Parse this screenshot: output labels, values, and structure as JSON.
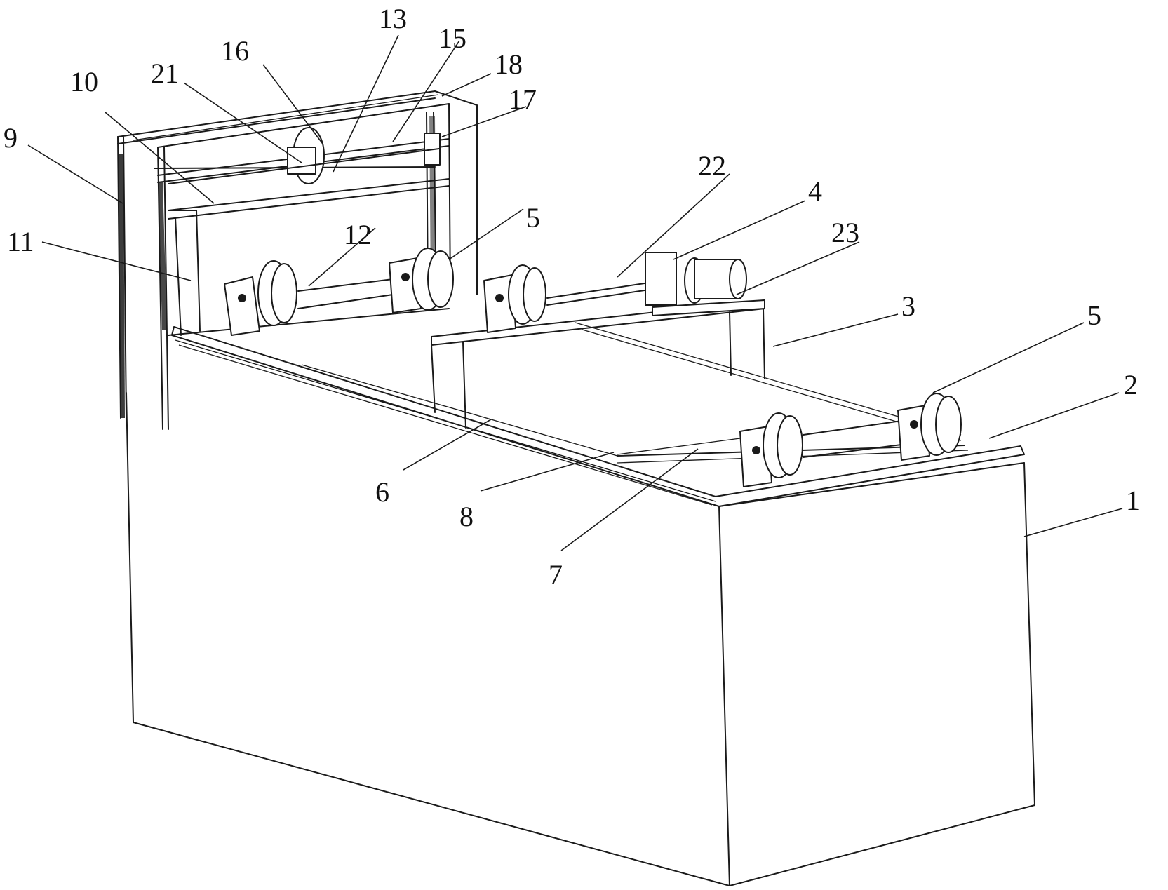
{
  "diagram": {
    "labels": [
      {
        "id": "1",
        "text": "1"
      },
      {
        "id": "2",
        "text": "2"
      },
      {
        "id": "3",
        "text": "3"
      },
      {
        "id": "4",
        "text": "4"
      },
      {
        "id": "5a",
        "text": "5"
      },
      {
        "id": "5b",
        "text": "5"
      },
      {
        "id": "6",
        "text": "6"
      },
      {
        "id": "7",
        "text": "7"
      },
      {
        "id": "8",
        "text": "8"
      },
      {
        "id": "9",
        "text": "9"
      },
      {
        "id": "10",
        "text": "10"
      },
      {
        "id": "11",
        "text": "11"
      },
      {
        "id": "12",
        "text": "12"
      },
      {
        "id": "13",
        "text": "13"
      },
      {
        "id": "15",
        "text": "15"
      },
      {
        "id": "16",
        "text": "16"
      },
      {
        "id": "17",
        "text": "17"
      },
      {
        "id": "18",
        "text": "18"
      },
      {
        "id": "21",
        "text": "21"
      },
      {
        "id": "22",
        "text": "22"
      },
      {
        "id": "23",
        "text": "23"
      }
    ]
  }
}
